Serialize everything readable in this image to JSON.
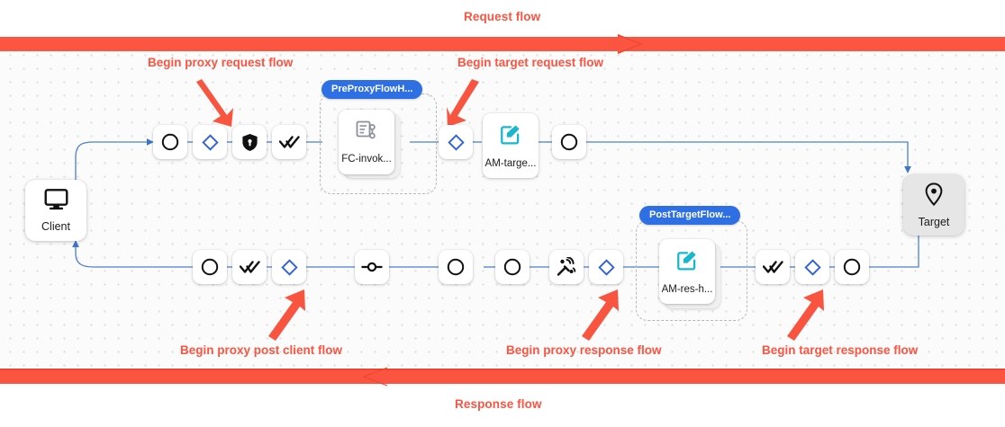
{
  "banners": {
    "request": {
      "label": "Request flow",
      "color": "#fb5441",
      "direction": "right"
    },
    "response": {
      "label": "Response flow",
      "color": "#fb5441",
      "direction": "left"
    }
  },
  "callouts": [
    {
      "id": "begin-proxy-request-flow",
      "label": "Begin proxy request flow"
    },
    {
      "id": "begin-target-request-flow",
      "label": "Begin target request flow"
    },
    {
      "id": "begin-proxy-post-client-flow",
      "label": "Begin proxy post client flow"
    },
    {
      "id": "begin-proxy-response-flow",
      "label": "Begin proxy response flow"
    },
    {
      "id": "begin-target-response-flow",
      "label": "Begin target response flow"
    }
  ],
  "endpoints": {
    "client": {
      "label": "Client",
      "icon": "monitor-icon"
    },
    "target": {
      "label": "Target",
      "icon": "location-pin-icon"
    }
  },
  "groups": [
    {
      "id": "pre-proxy-flow-hook",
      "chip": "PreProxyFlowH..."
    },
    {
      "id": "post-target-flow-hook",
      "chip": "PostTargetFlow..."
    }
  ],
  "policies": [
    {
      "id": "fc-invoke",
      "label": "FC-invok...",
      "icon": "flow-callout-icon",
      "icon_color": "#8b9099"
    },
    {
      "id": "am-target",
      "label": "AM-targe...",
      "icon": "assign-message-icon",
      "icon_color": "#17b8ce"
    },
    {
      "id": "am-res-h",
      "label": "AM-res-h...",
      "icon": "assign-message-icon",
      "icon_color": "#17b8ce"
    }
  ],
  "request_row": {
    "nodes": [
      {
        "id": "req-start",
        "icon": "circle-icon"
      },
      {
        "id": "req-proxy-hook",
        "icon": "diamond-icon"
      },
      {
        "id": "req-security",
        "icon": "shield-lock-icon"
      },
      {
        "id": "req-checks",
        "icon": "double-check-icon"
      },
      {
        "id": "req-target-hook",
        "icon": "diamond-icon"
      },
      {
        "id": "req-end",
        "icon": "circle-icon"
      }
    ]
  },
  "response_row": {
    "nodes": [
      {
        "id": "res-client-end",
        "icon": "circle-icon"
      },
      {
        "id": "res-client-checks",
        "icon": "double-check-icon"
      },
      {
        "id": "res-post-client",
        "icon": "diamond-icon"
      },
      {
        "id": "res-transit",
        "icon": "node-transit-icon"
      },
      {
        "id": "res-stage-a",
        "icon": "circle-icon"
      },
      {
        "id": "res-stage-b",
        "icon": "circle-icon"
      },
      {
        "id": "res-broadcast",
        "icon": "broadcast-icon"
      },
      {
        "id": "res-proxy-hook",
        "icon": "diamond-icon"
      },
      {
        "id": "res-target-checks",
        "icon": "double-check-icon"
      },
      {
        "id": "res-target-hook",
        "icon": "diamond-icon"
      },
      {
        "id": "res-target-start",
        "icon": "circle-icon"
      }
    ]
  },
  "colors": {
    "accent_red": "#fb5441",
    "edge_blue": "#4a7fd4",
    "diamond_blue": "#2f5fe0",
    "chip_blue": "#2f6fe4",
    "policy_cyan": "#17b8ce",
    "canvas_bg": "#fbfbfb"
  }
}
